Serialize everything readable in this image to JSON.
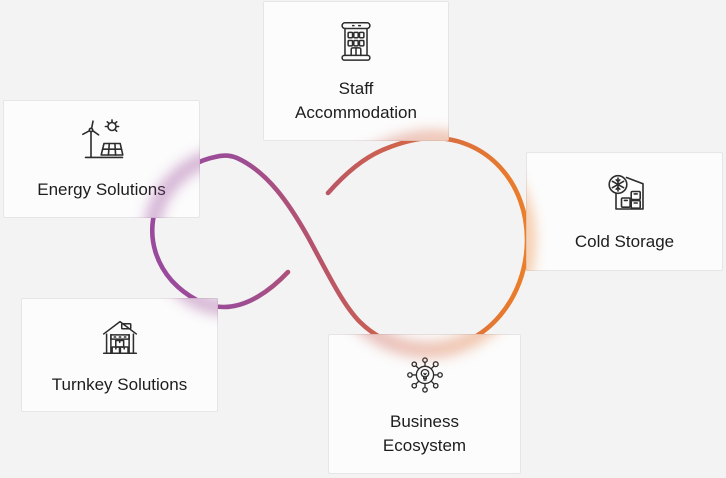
{
  "diagram": {
    "background_color": "#f3f3f3",
    "card_background": "#fcfcfc",
    "card_border_color": "#e7e5e6",
    "label_color": "#1d1d1d",
    "curve": {
      "shape": "infinity-loop",
      "gradient": [
        "#9a4a9e",
        "#b85468",
        "#cd6150",
        "#ec7f28"
      ]
    }
  },
  "cards": [
    {
      "id": "energy-solutions",
      "label": "Energy Solutions",
      "icon": "wind-turbine-solar-panel-icon"
    },
    {
      "id": "staff-accommodation",
      "label": "Staff Accommodation",
      "icon": "apartment-building-icon"
    },
    {
      "id": "cold-storage",
      "label": "Cold Storage",
      "icon": "snowflake-warehouse-icon"
    },
    {
      "id": "turnkey-solutions",
      "label": "Turnkey Solutions",
      "icon": "warehouse-boxes-icon"
    },
    {
      "id": "business-ecosystem",
      "label": "Business Ecosystem",
      "icon": "lightbulb-network-icon"
    }
  ]
}
